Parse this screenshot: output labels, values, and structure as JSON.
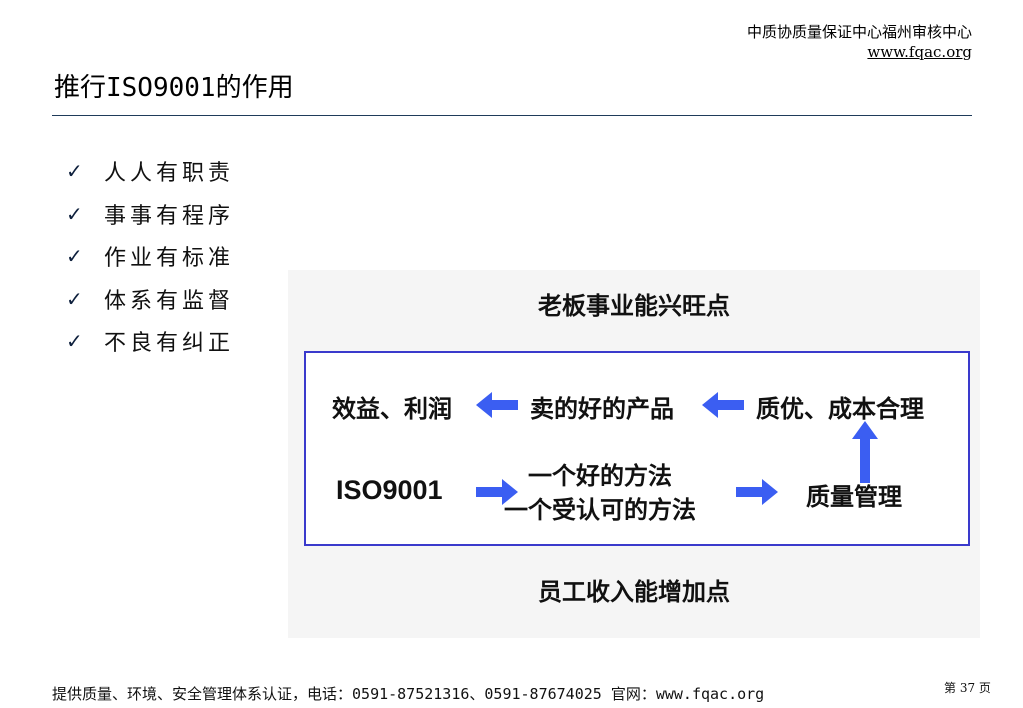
{
  "header": {
    "organization": "中质协质量保证中心福州审核中心",
    "website": "www.fqac.org"
  },
  "page_title": "推行ISO9001的作用",
  "bullets": [
    "人人有职责",
    "事事有程序",
    "作业有标准",
    "体系有监督",
    "不良有纠正"
  ],
  "diagram": {
    "top_label": "老板事业能兴旺点",
    "bottom_label": "员工收入能增加点",
    "benefit": "效益、利润",
    "good_product": "卖的好的产品",
    "quality_cost": "质优、成本合理",
    "iso": "ISO9001",
    "method_line1": "一个好的方法",
    "method_line2": "一个受认可的方法",
    "quality_mgmt": "质量管理",
    "arrow_color": "#3b5ef2",
    "box_border_color": "#3a3acc"
  },
  "footer": {
    "text": "提供质量、环境、安全管理体系认证，电话：0591-87521316、0591-87674025  官网：www.fqac.org",
    "page_label": "第 37 页"
  }
}
